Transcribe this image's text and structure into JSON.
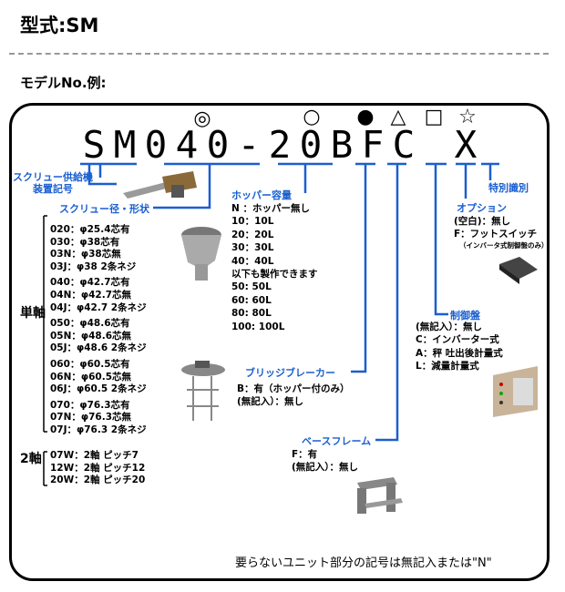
{
  "header": {
    "title": "型式:SM",
    "model_example": "モデルNo.例:"
  },
  "code_chars": [
    "S",
    "M",
    "0",
    "4",
    "0",
    "-",
    "2",
    "0",
    "B",
    "F",
    "C",
    "",
    "X"
  ],
  "symbols": [
    "◎",
    "○",
    "●",
    "△",
    "□",
    "☆"
  ],
  "labels": {
    "screw_feeder": [
      "スクリュー供給機",
      "装置記号"
    ],
    "screw_dia": "スクリュー径・形状",
    "hopper": "ホッパー容量",
    "bridge": "ブリッジブレーカー",
    "base_frame": "ベースフレーム",
    "control": "制御盤",
    "option": "オプション",
    "special": "特別識別"
  },
  "single_axis_label": "単軸",
  "double_axis_label": "2軸",
  "single_axis_groups": [
    [
      "020：φ25.4芯有",
      "030：φ38芯有",
      "03N：φ38芯無",
      "03J：φ38 2条ネジ"
    ],
    [
      "040：φ42.7芯有",
      "04N：φ42.7芯無",
      "04J：φ42.7 2条ネジ"
    ],
    [
      "050：φ48.6芯有",
      "05N：φ48.6芯無",
      "05J：φ48.6 2条ネジ"
    ],
    [
      "060：φ60.5芯有",
      "06N：φ60.5芯無",
      "06J：φ60.5 2条ネジ"
    ],
    [
      "070：φ76.3芯有",
      "07N：φ76.3芯無",
      "07J：φ76.3 2条ネジ"
    ]
  ],
  "double_axis_items": [
    "07W：2軸 ピッチ7",
    "12W：2軸 ピッチ12",
    "20W：2軸 ピッチ20"
  ],
  "hopper_items": [
    "N ：ホッパー無し",
    "10：10L",
    "20：20L",
    "30：30L",
    "40：40L",
    "以下も製作できます",
    "50: 50L",
    "60: 60L",
    "80: 80L",
    "100: 100L"
  ],
  "bridge_items": [
    "B：有（ホッパー付のみ）",
    "(無記入）：無し"
  ],
  "base_items": [
    "F：有",
    "(無記入）：無し"
  ],
  "control_items": [
    "(無記入）：無し",
    "C：インバーター式",
    "A：秤 吐出後計量式",
    "L：減量計量式"
  ],
  "option_items": [
    "(空白)：無し",
    "F：フットスイッチ",
    "（インバータ式制御盤のみ）"
  ],
  "footer_note": "要らないユニット部分の記号は無記入または\"N\"",
  "colors": {
    "accent": "#1a5fd0",
    "frame": "#000000",
    "dash": "#999999"
  }
}
